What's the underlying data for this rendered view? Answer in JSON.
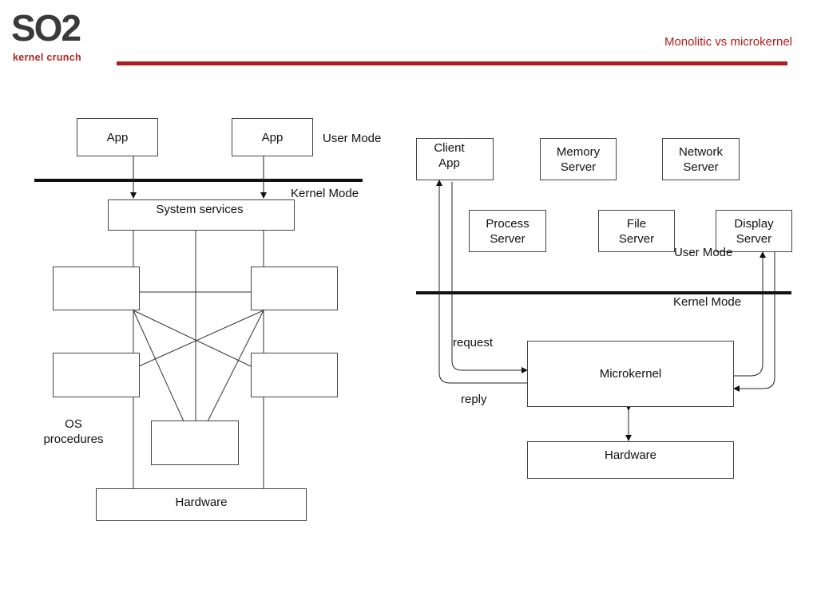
{
  "header": {
    "logo": {
      "text": "SO2",
      "subtitle": "kernel crunch"
    },
    "title": "Monolitic vs microkernel",
    "accent_color": "#b01c1c"
  },
  "monolithic": {
    "apps": [
      "App",
      "App"
    ],
    "user_mode_label": "User Mode",
    "kernel_mode_label": "Kernel Mode",
    "system_services": "System services",
    "os_procedures_label": "OS\nprocedures",
    "hardware": "Hardware"
  },
  "microkernel": {
    "client_app": "Client\nApp",
    "memory_server": "Memory\nServer",
    "network_server": "Network\nServer",
    "process_server": "Process\nServer",
    "file_server": "File\nServer",
    "display_server": "Display\nServer",
    "user_mode_label": "User Mode",
    "kernel_mode_label": "Kernel Mode",
    "request_label": "request",
    "reply_label": "reply",
    "microkernel": "Microkernel",
    "hardware": "Hardware"
  }
}
